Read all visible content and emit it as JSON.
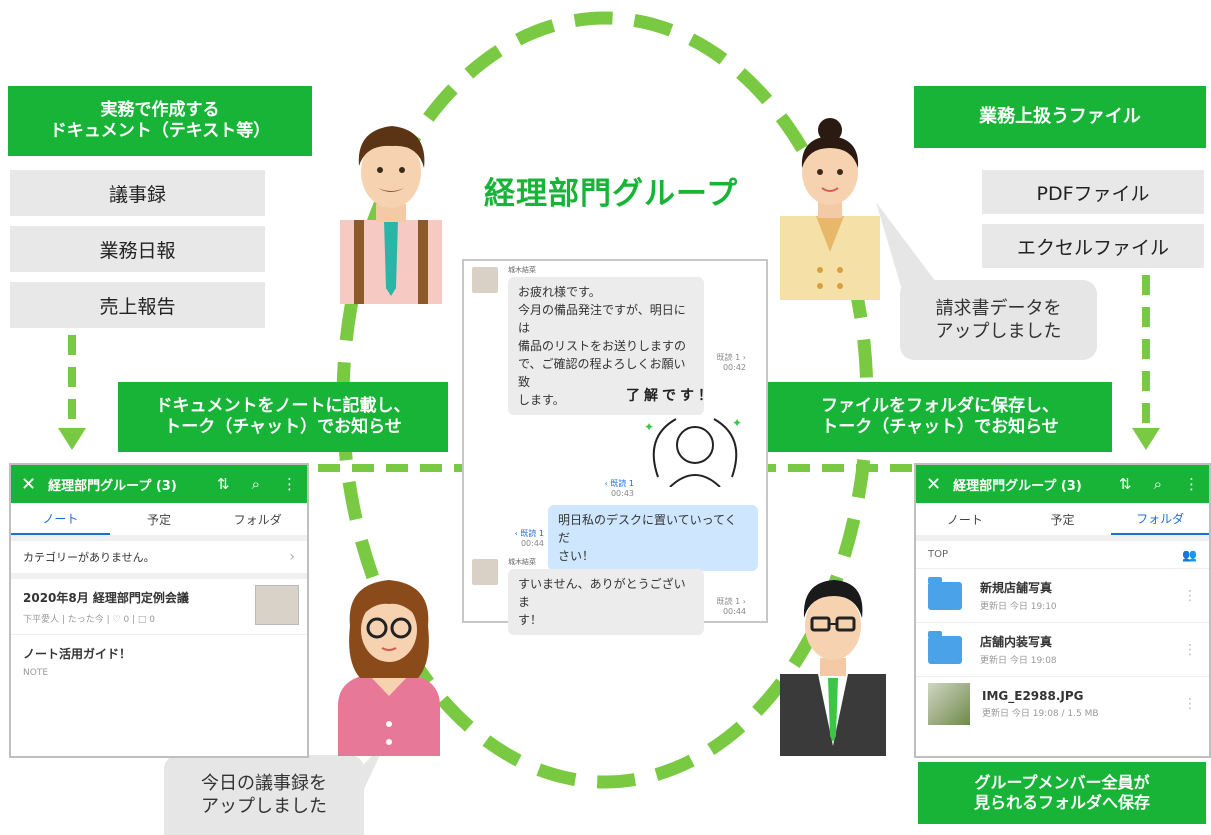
{
  "title": "経理部門グループ",
  "left_header": "実務で作成する\nドキュメント（テキスト等）",
  "left_items": [
    "議事録",
    "業務日報",
    "売上報告"
  ],
  "right_header": "業務上扱うファイル",
  "right_items": [
    "PDFファイル",
    "エクセルファイル"
  ],
  "left_action": "ドキュメントをノートに記載し、\nトーク（チャット）でお知らせ",
  "right_action": "ファイルをフォルダに保存し、\nトーク（チャット）でお知らせ",
  "bottom_right_box": "グループメンバー全員が\n見られるフォルダへ保存",
  "bubble_top_right": "請求書データを\nアップしました",
  "bubble_bottom_left": "今日の議事録を\nアップしました",
  "colors": {
    "green": "#18b438",
    "dash": "#7ac943",
    "link_blue": "#1b6ee0"
  },
  "note_app": {
    "header_title": "経理部門グループ (3)",
    "header_icons": [
      "sort-icon",
      "search-icon",
      "more-icon"
    ],
    "tabs": [
      "ノート",
      "予定",
      "フォルダ"
    ],
    "active_tab": 0,
    "category_row": "カテゴリーがありません。",
    "posts": [
      {
        "title": "2020年8月 経理部門定例会議",
        "meta": "下平愛人 | たった今 | ♡ 0 | □ 0"
      },
      {
        "title": "ノート活用ガイド！",
        "meta": "NOTE"
      }
    ]
  },
  "folder_app": {
    "header_title": "経理部門グループ (3)",
    "tabs": [
      "ノート",
      "予定",
      "フォルダ"
    ],
    "active_tab": 2,
    "path": "TOP",
    "items": [
      {
        "name": "新規店舗写真",
        "date": "更新日 今日 19:10"
      },
      {
        "name": "店舗内装写真",
        "date": "更新日 今日 19:08"
      },
      {
        "name": "IMG_E2988.JPG",
        "date": "更新日 今日 19:08 / 1.5 MB"
      }
    ]
  },
  "chat": {
    "sender": "城木結菜",
    "msg1": "お疲れ様です。\n今月の備品発注ですが、明日には\n備品のリストをお送りしますの\nで、ご確認の程よろしくお願い致\nします。",
    "msg1_read": "既読 1 ›",
    "msg1_time": "00:42",
    "sticker_text": "了解です！",
    "sticker_read": "‹ 既読 1",
    "sticker_time": "00:43",
    "msg2": "明日私のデスクに置いていってくだ\nさい！",
    "msg2_read": "‹ 既読 1",
    "msg2_time": "00:44",
    "sender2": "城木結菜",
    "msg3": "すいません、ありがとうございま\nす！",
    "msg3_read": "既読 1 ›",
    "msg3_time": "00:44"
  }
}
